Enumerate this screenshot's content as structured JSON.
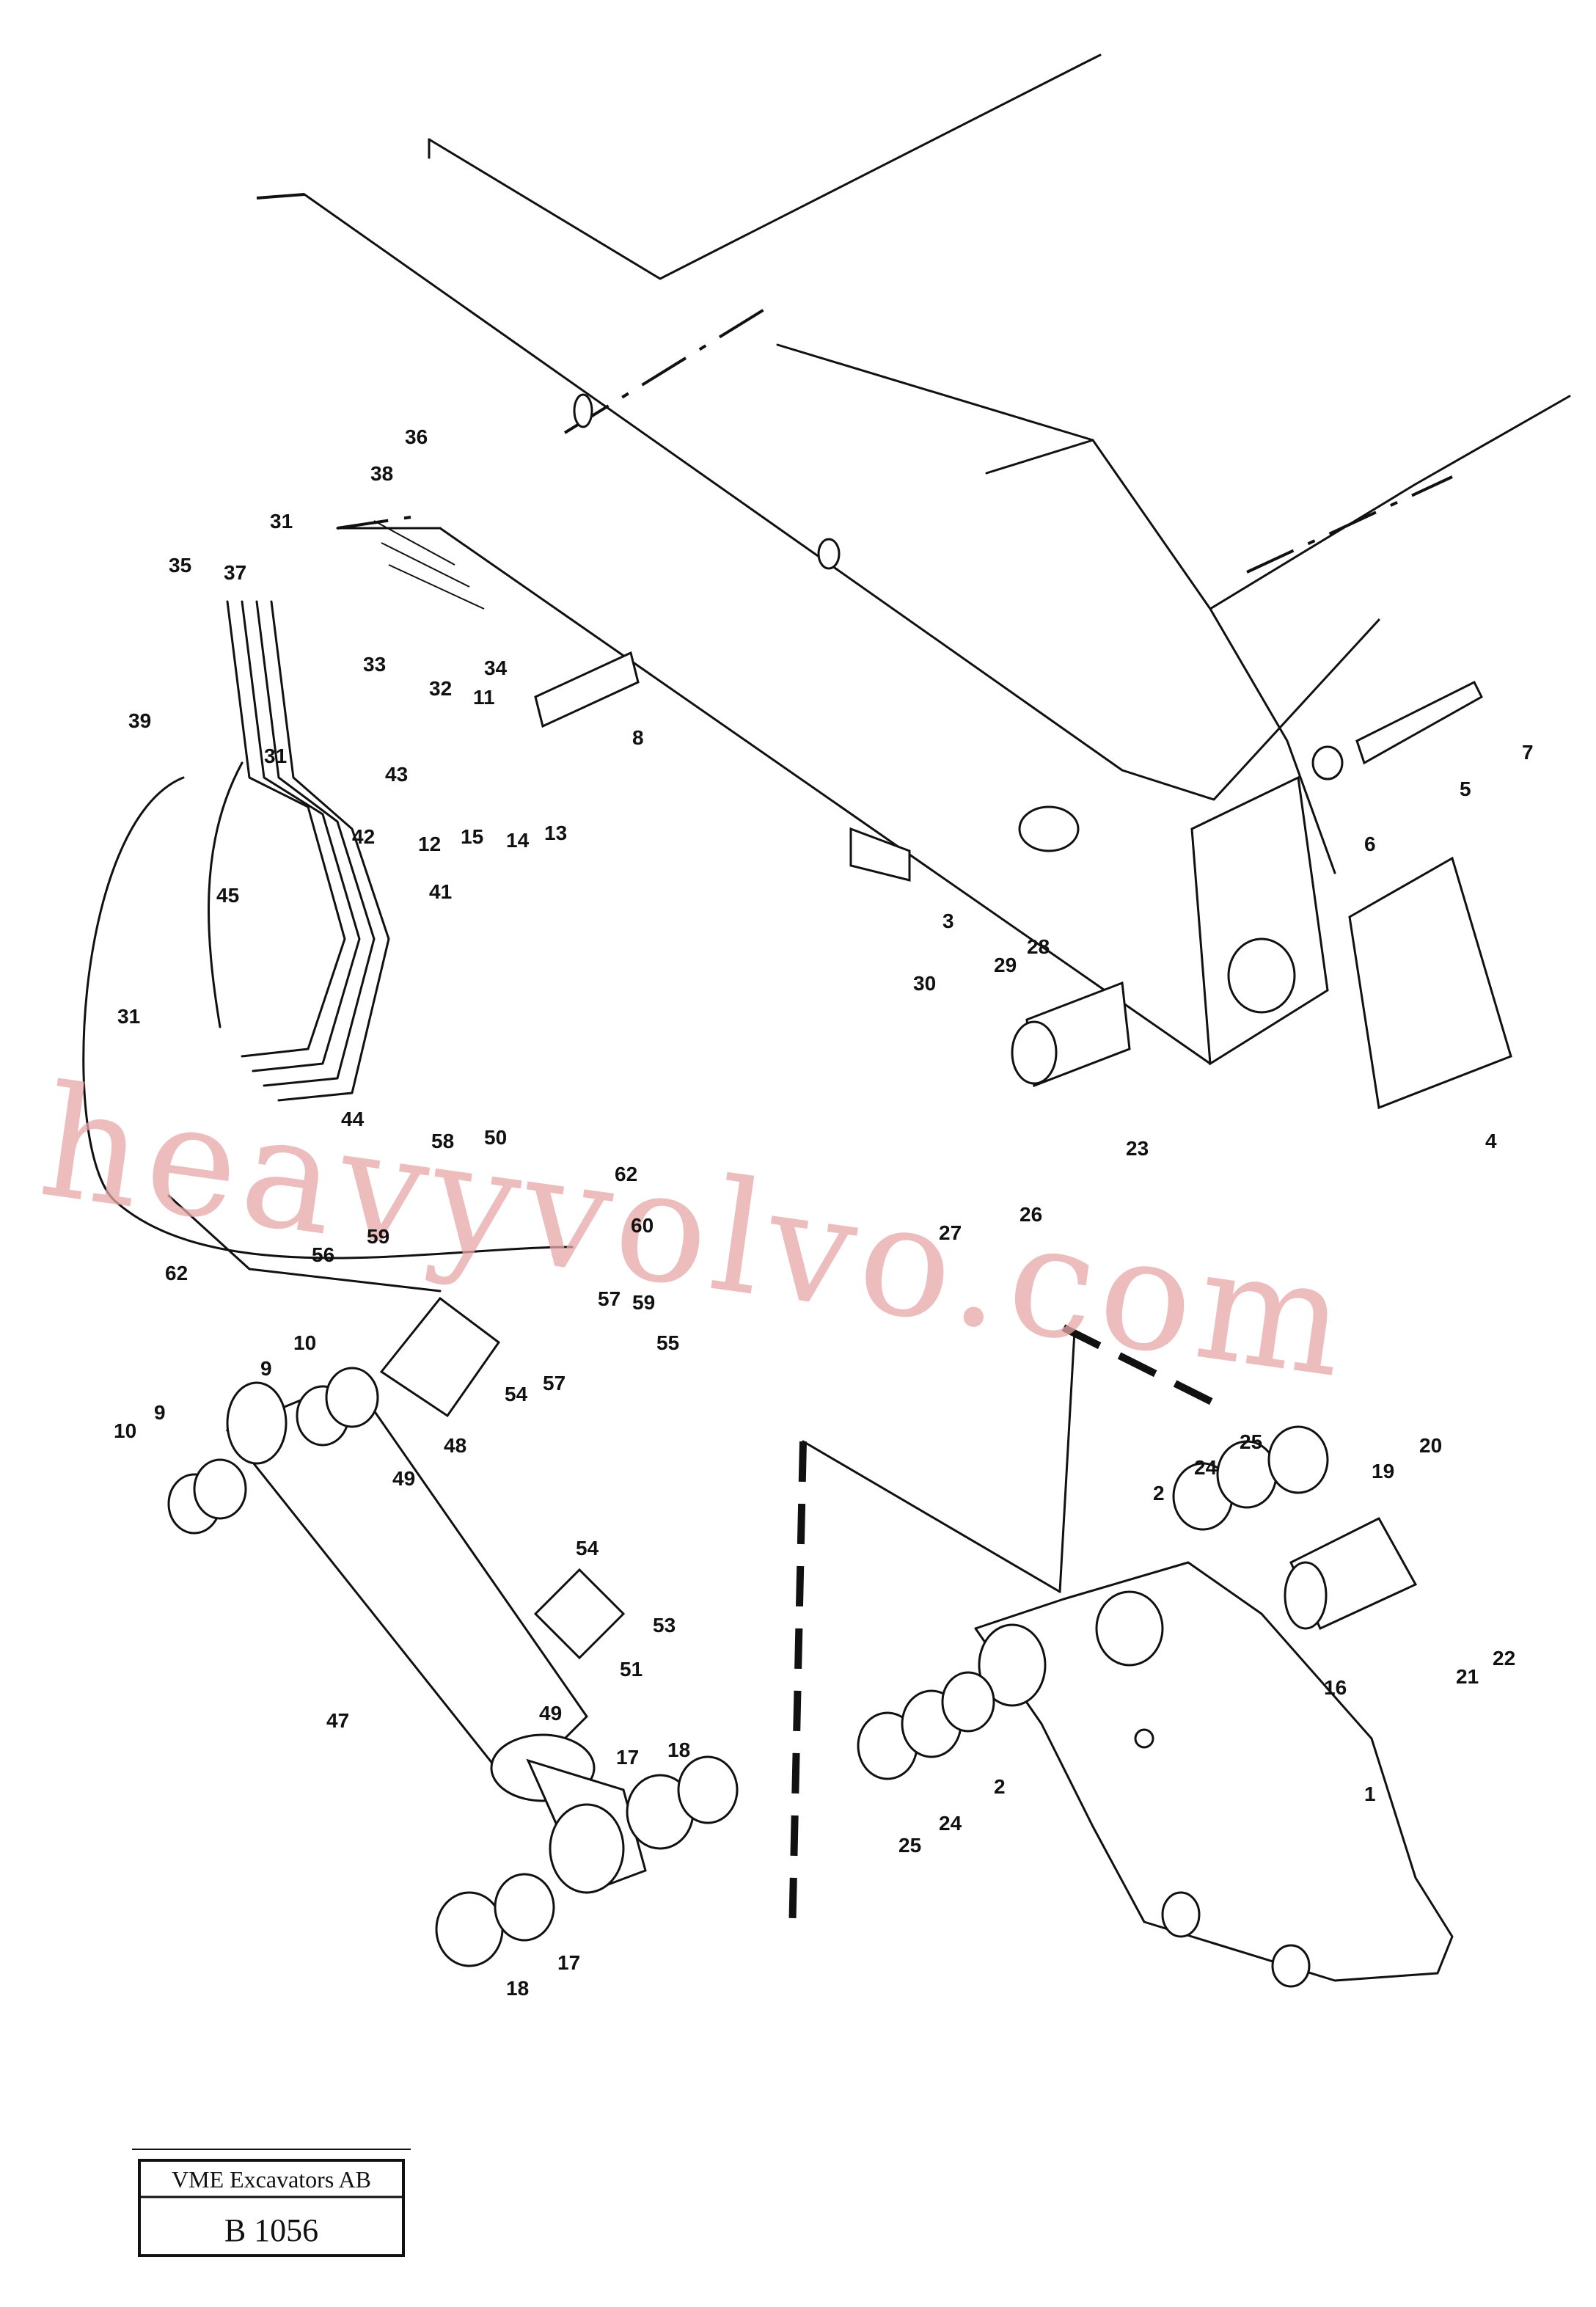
{
  "watermark": "heavyvolvo.com",
  "title_block": {
    "company": "VME Excavators AB",
    "drawing_number": "B 1056"
  },
  "callouts": [
    {
      "id": "c36",
      "label": "36"
    },
    {
      "id": "c38",
      "label": "38"
    },
    {
      "id": "c31a",
      "label": "31"
    },
    {
      "id": "c35",
      "label": "35"
    },
    {
      "id": "c37",
      "label": "37"
    },
    {
      "id": "c33",
      "label": "33"
    },
    {
      "id": "c34",
      "label": "34"
    },
    {
      "id": "c32",
      "label": "32"
    },
    {
      "id": "c39",
      "label": "39"
    },
    {
      "id": "c11",
      "label": "11"
    },
    {
      "id": "c8",
      "label": "8"
    },
    {
      "id": "c31b",
      "label": "31"
    },
    {
      "id": "c43",
      "label": "43"
    },
    {
      "id": "c42",
      "label": "42"
    },
    {
      "id": "c12",
      "label": "12"
    },
    {
      "id": "c15",
      "label": "15"
    },
    {
      "id": "c14",
      "label": "14"
    },
    {
      "id": "c13",
      "label": "13"
    },
    {
      "id": "c41",
      "label": "41"
    },
    {
      "id": "c45",
      "label": "45"
    },
    {
      "id": "c31c",
      "label": "31"
    },
    {
      "id": "c44",
      "label": "44"
    },
    {
      "id": "c7",
      "label": "7"
    },
    {
      "id": "c5",
      "label": "5"
    },
    {
      "id": "c6",
      "label": "6"
    },
    {
      "id": "c3",
      "label": "3"
    },
    {
      "id": "c28",
      "label": "28"
    },
    {
      "id": "c29",
      "label": "29"
    },
    {
      "id": "c30",
      "label": "30"
    },
    {
      "id": "c23",
      "label": "23"
    },
    {
      "id": "c4",
      "label": "4"
    },
    {
      "id": "c27",
      "label": "27"
    },
    {
      "id": "c26",
      "label": "26"
    },
    {
      "id": "c58",
      "label": "58"
    },
    {
      "id": "c50",
      "label": "50"
    },
    {
      "id": "c62a",
      "label": "62"
    },
    {
      "id": "c60",
      "label": "60"
    },
    {
      "id": "c59a",
      "label": "59"
    },
    {
      "id": "c56",
      "label": "56"
    },
    {
      "id": "c62b",
      "label": "62"
    },
    {
      "id": "c57b",
      "label": "57"
    },
    {
      "id": "c59b",
      "label": "59"
    },
    {
      "id": "c55",
      "label": "55"
    },
    {
      "id": "c10a",
      "label": "10"
    },
    {
      "id": "c9a",
      "label": "9"
    },
    {
      "id": "c54a",
      "label": "54"
    },
    {
      "id": "c57",
      "label": "57"
    },
    {
      "id": "c48",
      "label": "48"
    },
    {
      "id": "c9b",
      "label": "9"
    },
    {
      "id": "c10b",
      "label": "10"
    },
    {
      "id": "c49a",
      "label": "49"
    },
    {
      "id": "c25a",
      "label": "25"
    },
    {
      "id": "c20",
      "label": "20"
    },
    {
      "id": "c19",
      "label": "19"
    },
    {
      "id": "c24a",
      "label": "24"
    },
    {
      "id": "c2a",
      "label": "2"
    },
    {
      "id": "c54b",
      "label": "54"
    },
    {
      "id": "c53",
      "label": "53"
    },
    {
      "id": "c51",
      "label": "51"
    },
    {
      "id": "c22",
      "label": "22"
    },
    {
      "id": "c21",
      "label": "21"
    },
    {
      "id": "c47",
      "label": "47"
    },
    {
      "id": "c49b",
      "label": "49"
    },
    {
      "id": "c16",
      "label": "16"
    },
    {
      "id": "c18a",
      "label": "18"
    },
    {
      "id": "c17a",
      "label": "17"
    },
    {
      "id": "c2b",
      "label": "2"
    },
    {
      "id": "c24b",
      "label": "24"
    },
    {
      "id": "c25b",
      "label": "25"
    },
    {
      "id": "c1",
      "label": "1"
    },
    {
      "id": "c17b",
      "label": "17"
    },
    {
      "id": "c18b",
      "label": "18"
    }
  ]
}
